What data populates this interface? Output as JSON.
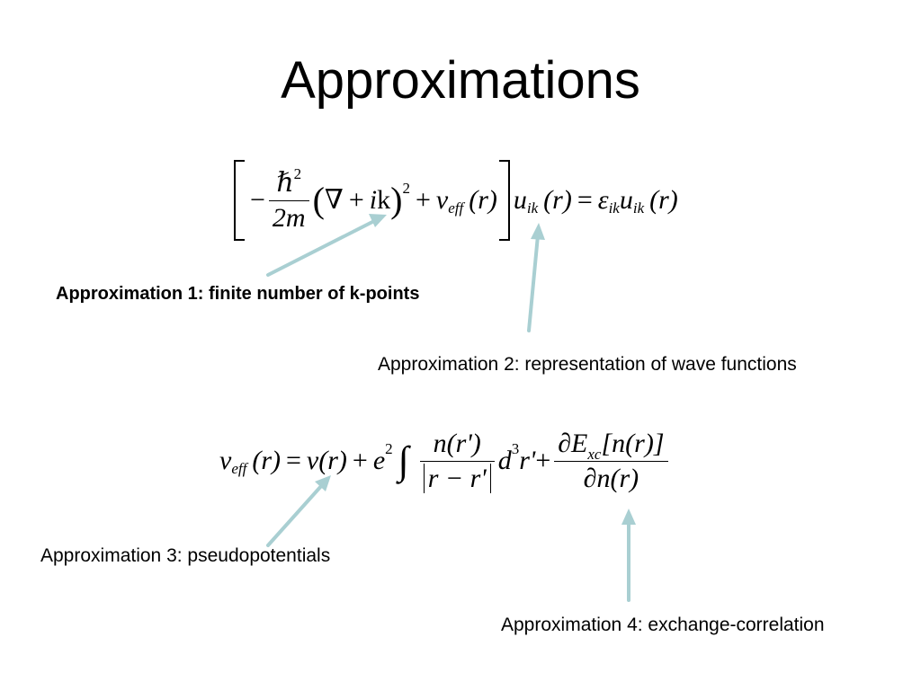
{
  "title": "Approximations",
  "equation1": {
    "minus": "−",
    "hbar": "ℏ",
    "hbar_exp": "2",
    "den": "2m",
    "lparen": "(",
    "nabla": "∇",
    "plus1": "+",
    "i": "i",
    "k": "k",
    "rparen": ")",
    "paren_exp": "2",
    "plus2": "+",
    "v": "v",
    "eff": "eff",
    "r1": "(r)",
    "u": "u",
    "ik": "ik",
    "r2": "(r)",
    "equals": "=",
    "eps": "ε",
    "eps_sub": "ik",
    "u2": "u",
    "u2_sub": "ik",
    "r3": "(r)"
  },
  "equation2": {
    "v": "v",
    "eff": "eff",
    "r1": "(r)",
    "equals": "=",
    "vr": "v(r)",
    "plus1": "+",
    "e": "e",
    "e_exp": "2",
    "integral": "∫",
    "num1": "n(r')",
    "den1": "r − r'",
    "d": "d",
    "d_exp": "3",
    "rprime": "r'",
    "plus2": "+",
    "num2_partial": "∂E",
    "num2_sub": "xc",
    "num2_rest": "[n(r)]",
    "den2": "∂n(r)"
  },
  "captions": {
    "approx1": "Approximation 1: finite number of k-points",
    "approx2": "Approximation 2: representation of wave functions",
    "approx3": "Approximation 3: pseudopotentials",
    "approx4": "Approximation 4: exchange-correlation"
  },
  "colors": {
    "arrow": "#a9cfd2",
    "text": "#000000"
  }
}
